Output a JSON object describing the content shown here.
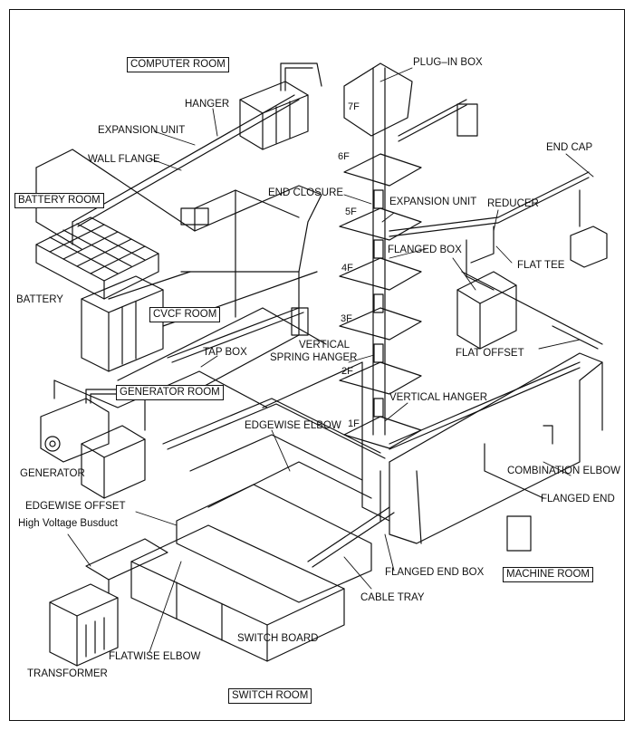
{
  "rooms": {
    "computer_room": "COMPUTER ROOM",
    "battery_room": "BATTERY ROOM",
    "cvcf_room": "CVCF ROOM",
    "generator_room": "GENERATOR ROOM",
    "machine_room": "MACHINE ROOM",
    "switch_room": "SWITCH ROOM"
  },
  "components": {
    "plug_in_box": "PLUG–IN BOX",
    "hanger": "HANGER",
    "expansion_unit_top": "EXPANSION UNIT",
    "wall_flange": "WALL FLANGE",
    "end_cap": "END CAP",
    "end_closure": "END CLOSURE",
    "expansion_unit_riser": "EXPANSION UNIT",
    "reducer": "REDUCER",
    "flanged_box": "FLANGED BOX",
    "flat_tee": "FLAT TEE",
    "battery": "BATTERY",
    "tap_box": "TAP BOX",
    "vertical_spring_hanger_1": "VERTICAL",
    "vertical_spring_hanger_2": "SPRING HANGER",
    "flat_offset": "FLAT OFFSET",
    "vertical_hanger": "VERTICAL HANGER",
    "edgewise_elbow": "EDGEWISE ELBOW",
    "generator": "GENERATOR",
    "combination_elbow": "COMBINATION ELBOW",
    "flanged_end": "FLANGED END",
    "edgewise_offset": "EDGEWISE OFFSET",
    "high_voltage_busduct": "High Voltage Busduct",
    "flanged_end_box": "FLANGED END BOX",
    "cable_tray": "CABLE TRAY",
    "switch_board": "SWITCH BOARD",
    "flatwise_elbow": "FLATWISE ELBOW",
    "transformer": "TRANSFORMER"
  },
  "floors": [
    "7F",
    "6F",
    "5F",
    "4F",
    "3F",
    "2F",
    "1F"
  ]
}
